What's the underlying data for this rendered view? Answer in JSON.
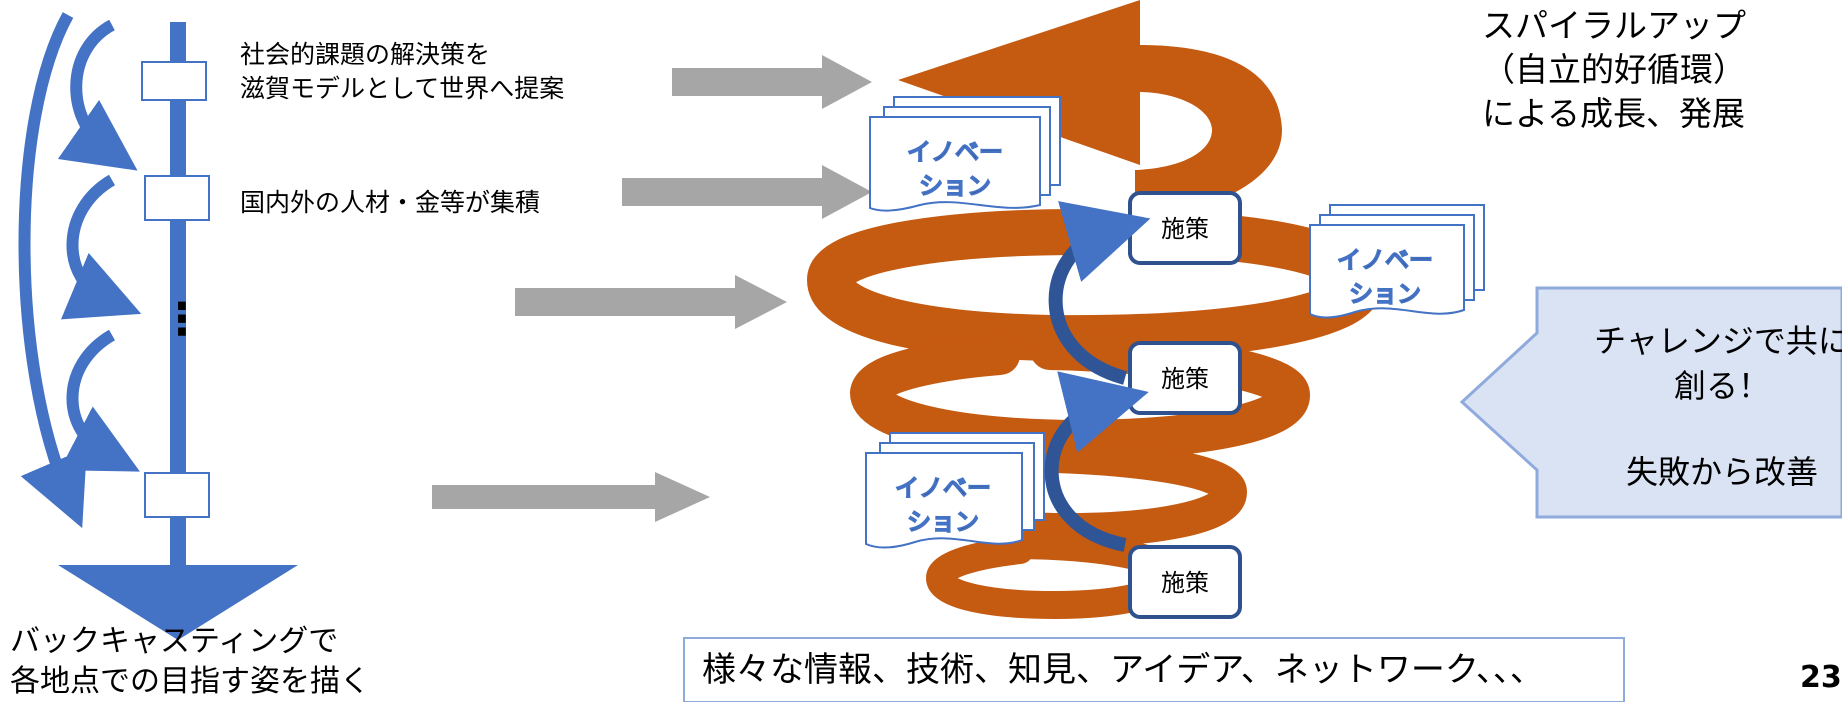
{
  "left": {
    "milestone_top": [
      "社会的課題の解決策を",
      "滋賀モデルとして世界へ提案"
    ],
    "milestone_mid": "国内外の人材・金等が集積",
    "dots": "⋮",
    "caption": [
      "バックキャスティングで",
      "各地点での目指す姿を描く"
    ]
  },
  "spiral": {
    "title": [
      "スパイラルアップ",
      "（自立的好循環）",
      "による成長、発展"
    ],
    "innovation_line1": "イノベー",
    "innovation_line2": "ション",
    "measure": "施策"
  },
  "challenge": {
    "line1": "チャレンジで共に",
    "line2": "創る！",
    "line3": "失敗から改善"
  },
  "bottom_box": "様々な情報、技術、知見、アイデア、ネットワーク、、、",
  "page_number": "23",
  "colors": {
    "spiral": "#C55A11",
    "blue": "#4472C4",
    "gray_arrow": "#A6A6A6",
    "challenge_fill": "#DAE3F3"
  }
}
